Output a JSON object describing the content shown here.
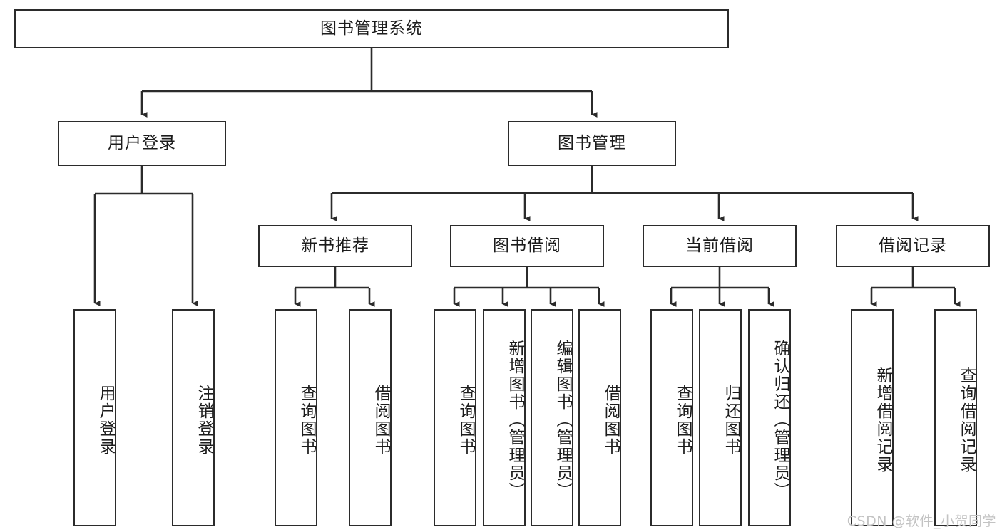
{
  "diagram": {
    "title": "图书管理系统",
    "type": "tree",
    "orientation": "top-down",
    "line_color": "#2b2b2b",
    "box_fill": "#ffffff",
    "text_color": "#1c1c1c",
    "nodes": {
      "root": {
        "label": "图书管理系统"
      },
      "level2": [
        {
          "id": "user-login",
          "label": "用户登录"
        },
        {
          "id": "book-manage",
          "label": "图书管理"
        }
      ],
      "level3": [
        {
          "id": "new-book-rec",
          "label": "新书推荐"
        },
        {
          "id": "book-borrow",
          "label": "图书借阅"
        },
        {
          "id": "current-borrow",
          "label": "当前借阅"
        },
        {
          "id": "borrow-record",
          "label": "借阅记录"
        }
      ],
      "leaves": {
        "user_login": [
          {
            "id": "leaf-user-login",
            "label": "用户登录"
          },
          {
            "id": "leaf-logout",
            "label": "注销登录"
          }
        ],
        "new_book_rec": [
          {
            "id": "leaf-query-book-1",
            "label": "查询图书"
          },
          {
            "id": "leaf-borrow-book-1",
            "label": "借阅图书"
          }
        ],
        "book_borrow": [
          {
            "id": "leaf-query-book-2",
            "label": "查询图书"
          },
          {
            "id": "leaf-add-book",
            "label": "新增图书（管理员）"
          },
          {
            "id": "leaf-edit-book",
            "label": "编辑图书（管理员）"
          },
          {
            "id": "leaf-borrow-book-2",
            "label": "借阅图书"
          }
        ],
        "current_borrow": [
          {
            "id": "leaf-query-book-3",
            "label": "查询图书"
          },
          {
            "id": "leaf-return-book",
            "label": "归还图书"
          },
          {
            "id": "leaf-confirm-return",
            "label": "确认归还（管理员）"
          }
        ],
        "borrow_record": [
          {
            "id": "leaf-add-record",
            "label": "新增借阅记录"
          },
          {
            "id": "leaf-query-record",
            "label": "查询借阅记录"
          }
        ]
      }
    }
  },
  "watermark": {
    "text": "CSDN @软件_小贺同学"
  }
}
